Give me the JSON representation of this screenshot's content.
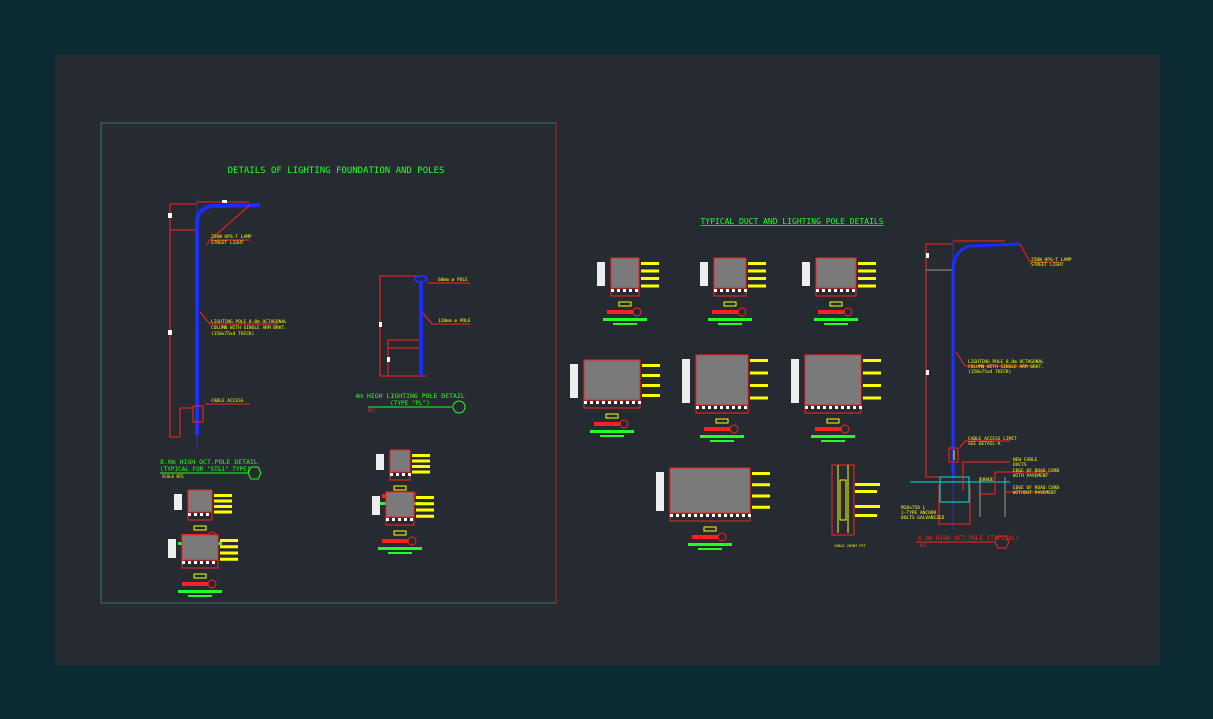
{
  "sheet_left": {
    "title": "DETAILS OF LIGHTING FOUNDATION AND POLES",
    "pole8": {
      "lamp_label": [
        "250W HPS-T LAMP",
        "STREET LIGHT"
      ],
      "pole_label": [
        "LIGHTING POLE 8.0m OCTAGONAL",
        "COLUMN WITH SINGLE ARM BRKT.",
        "(150x75x4 THICK)"
      ],
      "access_label": "CABLE ACCESS",
      "detail_title": "8.0m HIGH OCT.POLE DETAIL",
      "detail_subtitle": "(TYPICAL FOR \"ST&1\" TYPE)",
      "scale": "SCALE NTS"
    },
    "pole4": {
      "top_label": "60mm ø POLE",
      "mid_label": "120mm ø POLE",
      "detail_title": "4m HIGH LIGHTING POLE DETAIL",
      "detail_subtitle": "(TYPE \"PL\")",
      "scale": "NTS"
    }
  },
  "sheet_right": {
    "title": "TYPICAL DUCT AND LIGHTING POLE DETAILS",
    "pole": {
      "lamp_label": [
        "250W HPS-T LAMP",
        "STREET LIGHT"
      ],
      "pole_label": [
        "LIGHTING POLE 8.0m OCTAGONAL",
        "COLUMN WITH SINGLE ARM BRKT.",
        "(150x75x4 THICK)"
      ],
      "access_label": [
        "CABLE ACCESS LIMIT",
        "SEE DETAIL-A"
      ],
      "duct_label": [
        "NEW CABLE",
        "DUCTS"
      ],
      "curb1_label": [
        "EDGE OF ROAD CURB",
        "WITH PAVEMENT"
      ],
      "curb2_label": [
        "EDGE OF ROAD CURB",
        "WITHOUT PAVEMENT"
      ],
      "grade_label": "GRADE",
      "anchor_label": [
        "M20x750 L",
        "J-TYPE ANCHOR",
        "BOLTS GALVANIZED"
      ],
      "detail_title": "8.0m HIGH OCT.POLE (TYPICAL)",
      "scale": "NTS"
    },
    "pit_label": "CABLE JOINT PIT"
  },
  "colors": {
    "outer": "#0c2a32",
    "canvas": "#262b31",
    "title": "#22ff22",
    "label": "#ffff00",
    "leader": "#ff2020",
    "pole": "#1a2cff"
  }
}
